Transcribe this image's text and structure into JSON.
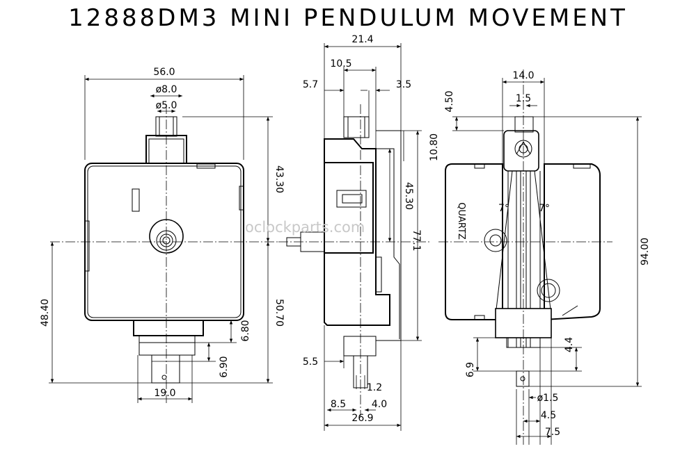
{
  "title": "12888DM3  MINI  PENDULUM  MOVEMENT",
  "watermark": "oclockparts.com",
  "front_view": {
    "dims": [
      "56.0",
      "ø8.0",
      "ø5.0",
      "43.30",
      "48.40",
      "50.70",
      "6.80",
      "6.90",
      "19.0"
    ]
  },
  "side_view": {
    "dims": [
      "21.4",
      "10.5",
      "5.7",
      "3.5",
      "10.80",
      "45.30",
      "77.1",
      "5.5",
      "1.2",
      "8.5",
      "4.0",
      "26.9"
    ]
  },
  "rear_view": {
    "dims": [
      "14.0",
      "1.5",
      "4.50",
      "94.00",
      "4.4",
      "6.9",
      "ø1.5",
      "4.5",
      "7.5"
    ],
    "angles": [
      "7°",
      "7°"
    ],
    "label_quartz": "QUARTZ"
  }
}
